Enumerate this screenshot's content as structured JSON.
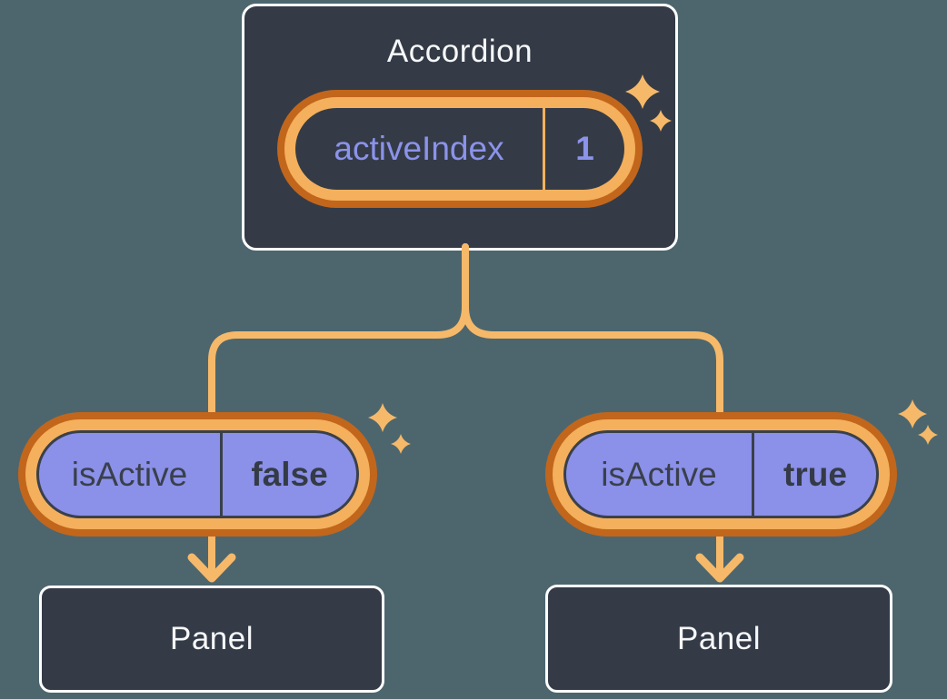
{
  "diagram": {
    "description": "React component tree: Accordion holding state, passing props to two Panels"
  },
  "accordion": {
    "title": "Accordion",
    "state": {
      "name": "activeIndex",
      "value": "1"
    }
  },
  "children": [
    {
      "prop": {
        "name": "isActive",
        "value": "false"
      },
      "panel_label": "Panel"
    },
    {
      "prop": {
        "name": "isActive",
        "value": "true"
      },
      "panel_label": "Panel"
    }
  ],
  "icons": {
    "sparkle": "four-point-star ✦"
  },
  "colors": {
    "background": "#4d666e",
    "box_fill": "#343b47",
    "box_border": "#ffffff",
    "pill_fill_purple": "#8b90e9",
    "ring_light_orange": "#f4b05c",
    "ring_dark_orange": "#c2661c",
    "connector_orange": "#f6b969",
    "text_light": "#f6f7f9",
    "text_dark": "#3a404b",
    "text_purple": "#8b93ea"
  }
}
